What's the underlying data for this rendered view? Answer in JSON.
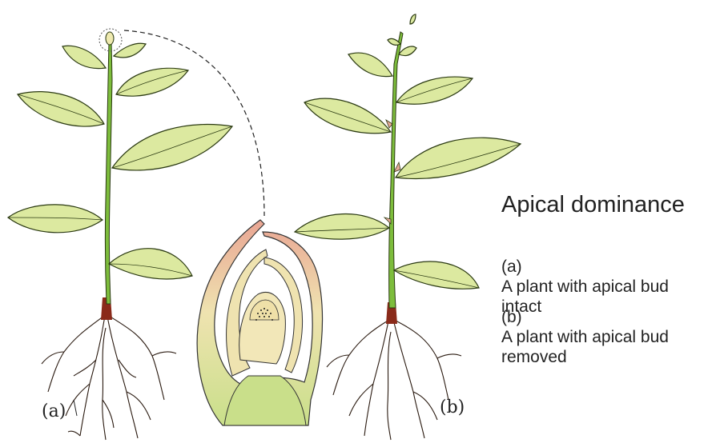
{
  "figure": {
    "title": "Apical dominance",
    "panel_a_label": "(a)",
    "panel_b_label": "(b)",
    "legend": [
      {
        "tag": "(a)",
        "text": "A plant with apical bud intact"
      },
      {
        "tag": "(b)",
        "text": "A plant with apical bud removed"
      }
    ]
  },
  "colors": {
    "leaf_fill": "#dce9a0",
    "leaf_stroke": "#2b3a12",
    "stem": "#7dbd3c",
    "root_base": "#8a2a1a",
    "bud_pink": "#e7a898",
    "bud_cream": "#efeab0"
  }
}
